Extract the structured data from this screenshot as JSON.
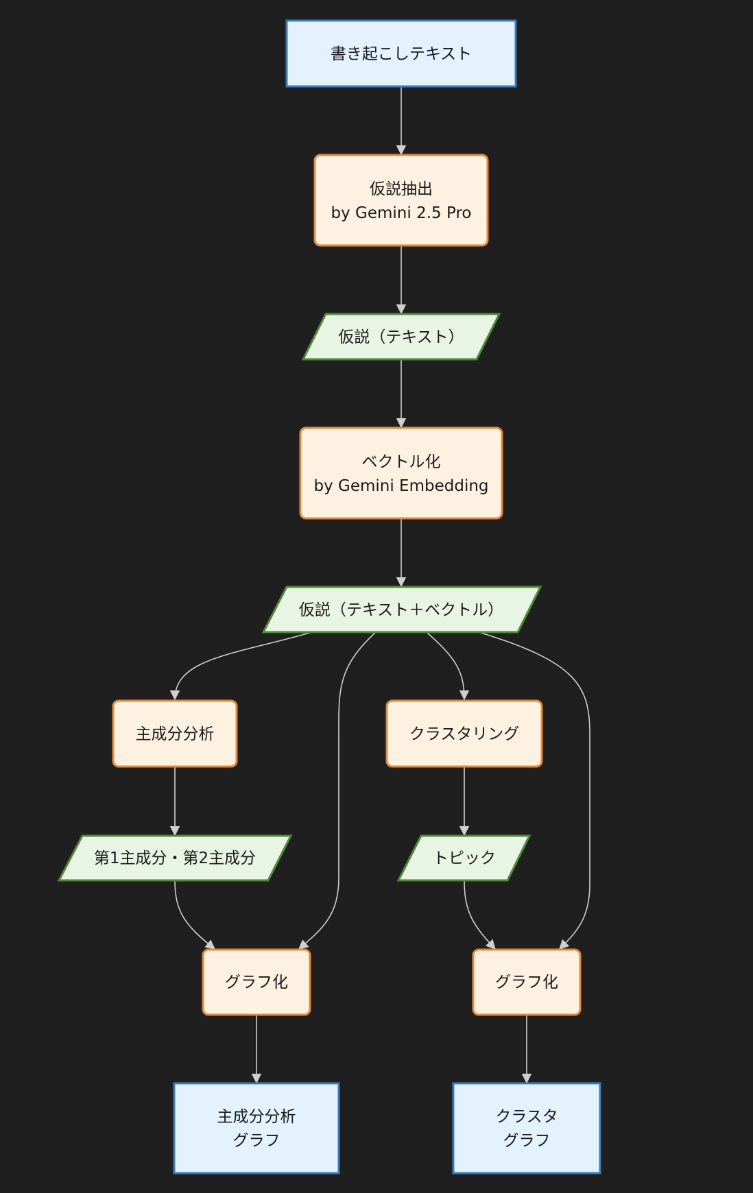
{
  "colors": {
    "background": "#1f1f1f",
    "terminal_fill": "#e3f2fd",
    "terminal_stroke": "#3a7bbf",
    "process_fill": "#fdf2e1",
    "process_stroke": "#e0893a",
    "data_fill": "#e8f4e4",
    "data_stroke": "#4f8a3c",
    "edge": "#cfcfcf"
  },
  "nodes": {
    "transcript": {
      "lines": [
        "書き起こしテキスト"
      ]
    },
    "extract": {
      "lines": [
        "仮説抽出",
        "by Gemini 2.5 Pro"
      ]
    },
    "hyp_text": {
      "lines": [
        "仮説（テキスト）"
      ]
    },
    "vectorize": {
      "lines": [
        "ベクトル化",
        "by Gemini Embedding"
      ]
    },
    "hyp_vec": {
      "lines": [
        "仮説（テキスト＋ベクトル）"
      ]
    },
    "pca": {
      "lines": [
        "主成分分析"
      ]
    },
    "clustering": {
      "lines": [
        "クラスタリング"
      ]
    },
    "components": {
      "lines": [
        "第1主成分・第2主成分"
      ]
    },
    "topic": {
      "lines": [
        "トピック"
      ]
    },
    "graph_left": {
      "lines": [
        "グラフ化"
      ]
    },
    "graph_right": {
      "lines": [
        "グラフ化"
      ]
    },
    "pca_graph": {
      "lines": [
        "主成分分析",
        "グラフ"
      ]
    },
    "cluster_graph": {
      "lines": [
        "クラスタ",
        "グラフ"
      ]
    }
  }
}
